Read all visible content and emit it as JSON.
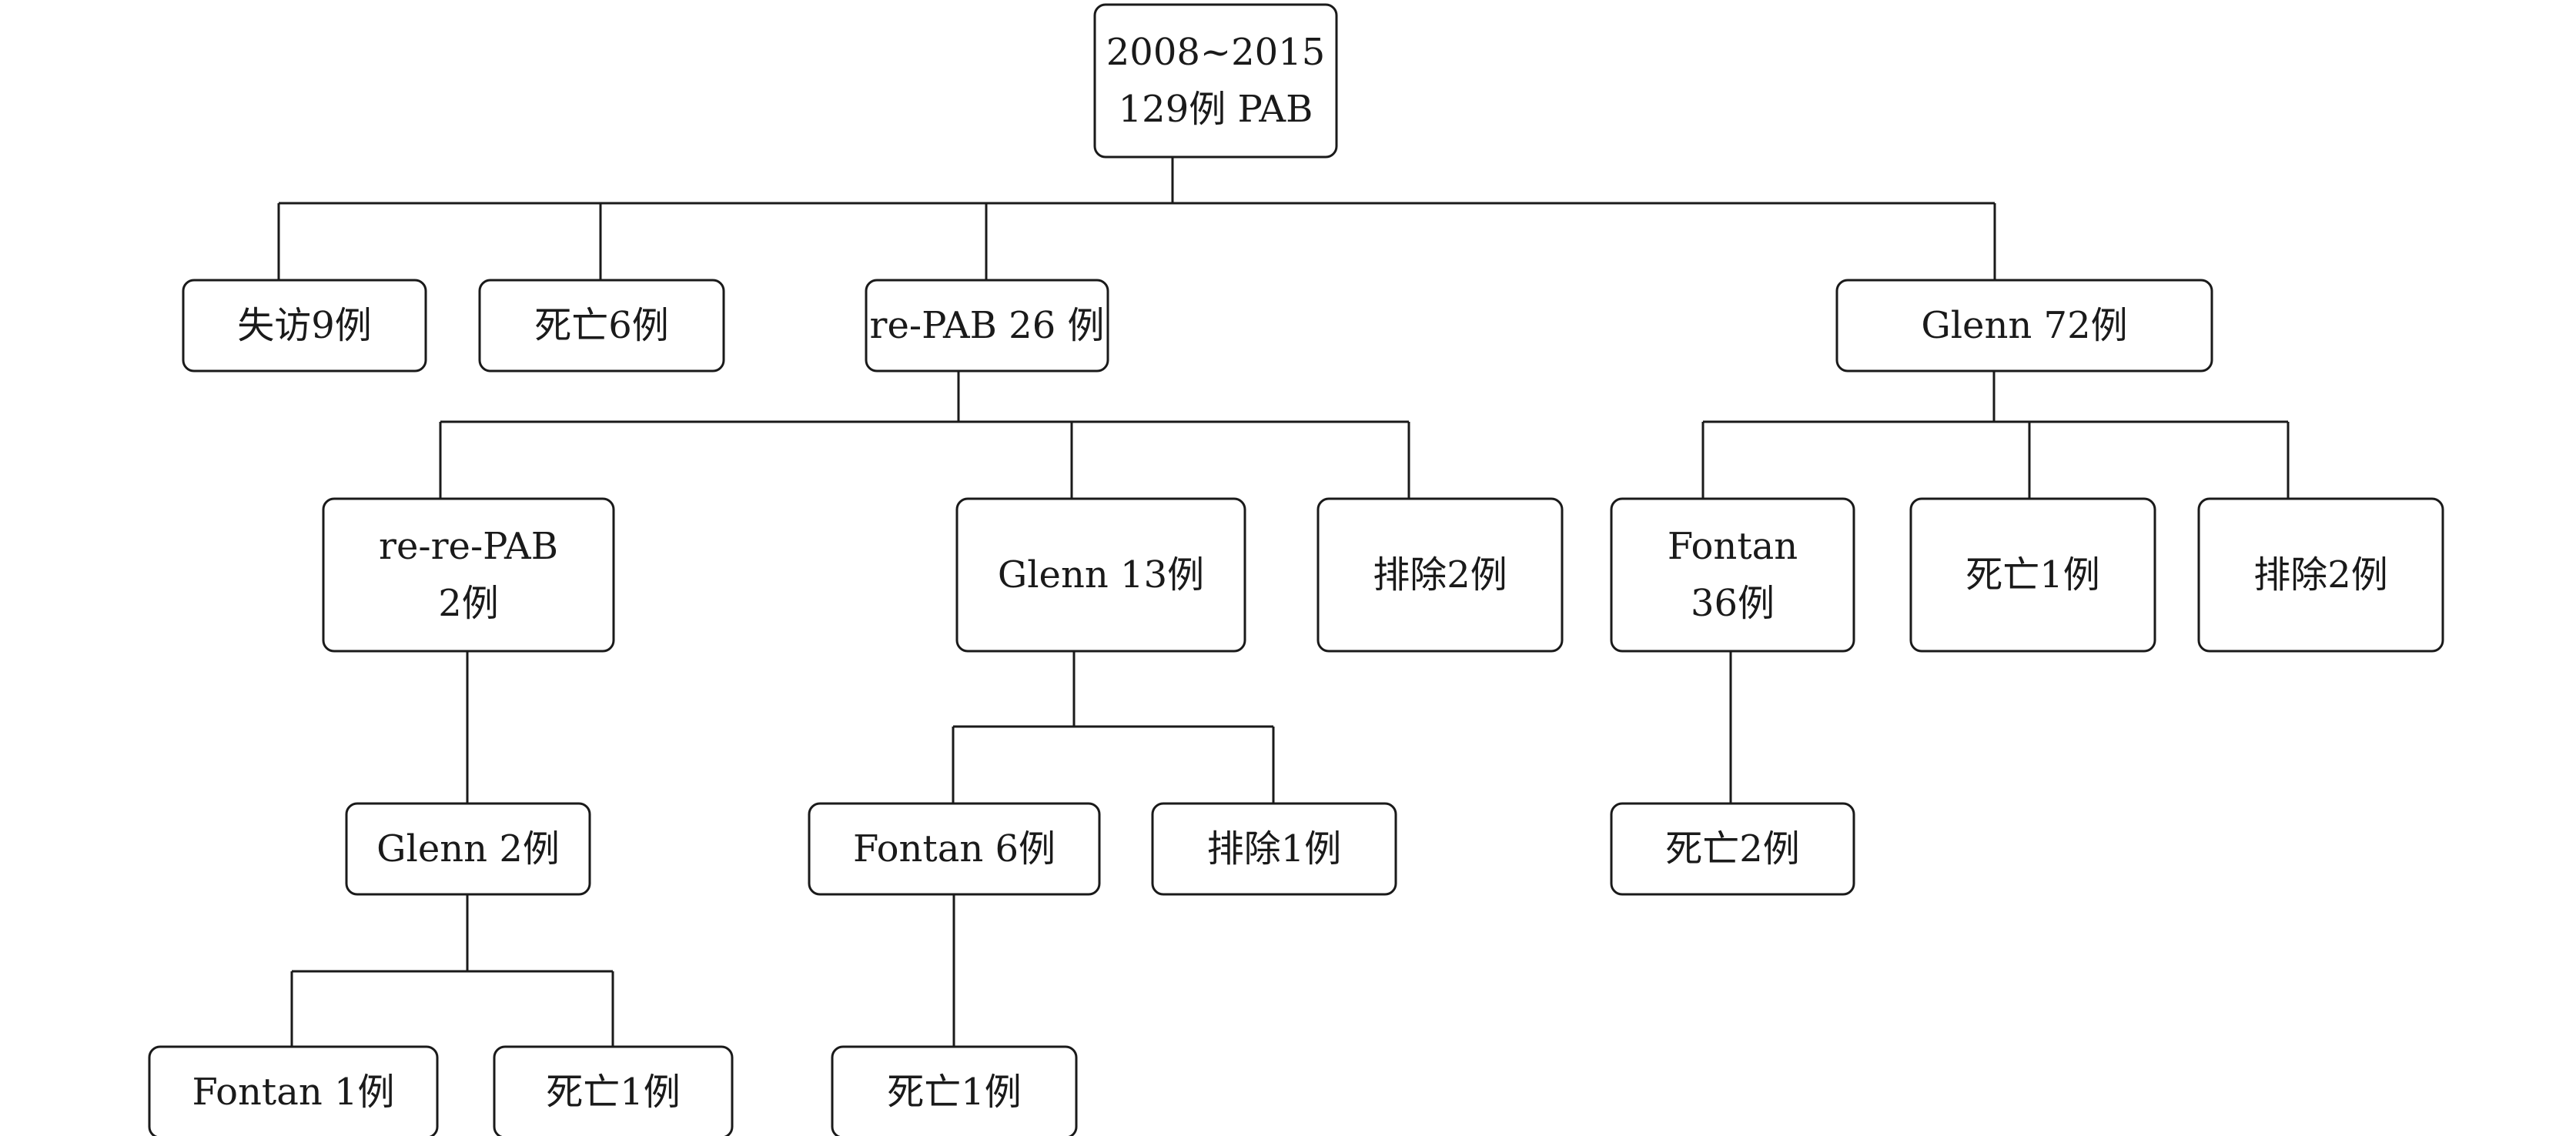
{
  "diagram": {
    "nodes": [
      {
        "id": "root",
        "lines": [
          "2008~2015",
          "129例 PAB"
        ]
      },
      {
        "id": "lost",
        "lines": [
          "失访9例"
        ]
      },
      {
        "id": "death6",
        "lines": [
          "死亡6例"
        ]
      },
      {
        "id": "repab",
        "lines": [
          "re-PAB 26 例"
        ]
      },
      {
        "id": "glenn72",
        "lines": [
          "Glenn 72例"
        ]
      },
      {
        "id": "rerepab",
        "lines": [
          "re-re-PAB",
          "2例"
        ]
      },
      {
        "id": "glenn13",
        "lines": [
          "Glenn 13例"
        ]
      },
      {
        "id": "excl2a",
        "lines": [
          "排除2例"
        ]
      },
      {
        "id": "fontan36",
        "lines": [
          "Fontan",
          "36例"
        ]
      },
      {
        "id": "death1a",
        "lines": [
          "死亡1例"
        ]
      },
      {
        "id": "excl2b",
        "lines": [
          "排除2例"
        ]
      },
      {
        "id": "glenn2",
        "lines": [
          "Glenn 2例"
        ]
      },
      {
        "id": "fontan6",
        "lines": [
          "Fontan 6例"
        ]
      },
      {
        "id": "excl1",
        "lines": [
          "排除1例"
        ]
      },
      {
        "id": "death2",
        "lines": [
          "死亡2例"
        ]
      },
      {
        "id": "fontan1",
        "lines": [
          "Fontan 1例"
        ]
      },
      {
        "id": "death1b",
        "lines": [
          "死亡1例"
        ]
      },
      {
        "id": "death1c",
        "lines": [
          "死亡1例"
        ]
      }
    ],
    "edges": [
      {
        "from": "root",
        "to": [
          "lost",
          "death6",
          "repab",
          "glenn72"
        ]
      },
      {
        "from": "repab",
        "to": [
          "rerepab",
          "glenn13",
          "excl2a"
        ]
      },
      {
        "from": "glenn72",
        "to": [
          "fontan36",
          "death1a",
          "excl2b"
        ]
      },
      {
        "from": "rerepab",
        "to": [
          "glenn2"
        ]
      },
      {
        "from": "glenn13",
        "to": [
          "fontan6",
          "excl1"
        ]
      },
      {
        "from": "fontan36",
        "to": [
          "death2"
        ]
      },
      {
        "from": "glenn2",
        "to": [
          "fontan1",
          "death1b"
        ]
      },
      {
        "from": "fontan6",
        "to": [
          "death1c"
        ]
      }
    ]
  }
}
